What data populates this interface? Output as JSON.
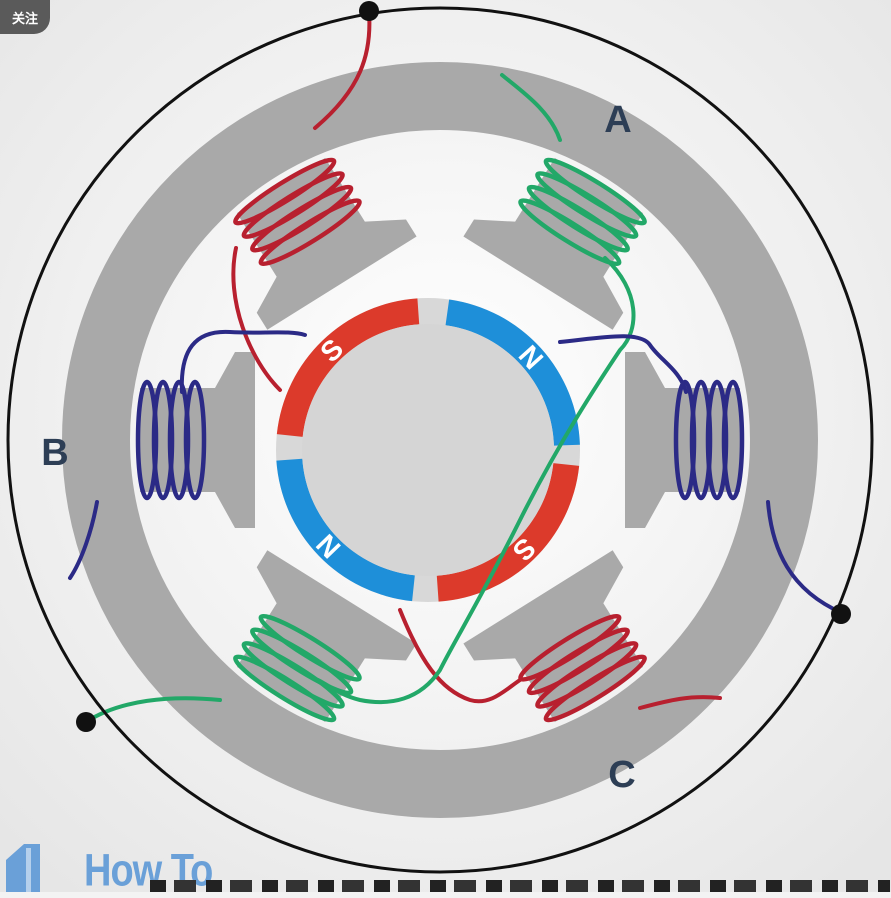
{
  "overlay": {
    "follow_button_label": "关注"
  },
  "diagram": {
    "phase_labels": {
      "a": "A",
      "b": "B",
      "c": "C"
    },
    "rotor_magnets": [
      {
        "pole": "N",
        "color": "#1e8fd9"
      },
      {
        "pole": "S",
        "color": "#dc3a2b"
      },
      {
        "pole": "N",
        "color": "#1e8fd9"
      },
      {
        "pole": "S",
        "color": "#dc3a2b"
      }
    ],
    "wire_colors": {
      "phase_a": "#22a868",
      "phase_b": "#2b2a86",
      "phase_c": "#b8202f"
    },
    "frame_color": "#a9a9a9",
    "rotor_core_color": "#d5d5d5"
  },
  "watermark": {
    "logo_text": "How To",
    "logo_icon": "how-to-logo-icon"
  }
}
